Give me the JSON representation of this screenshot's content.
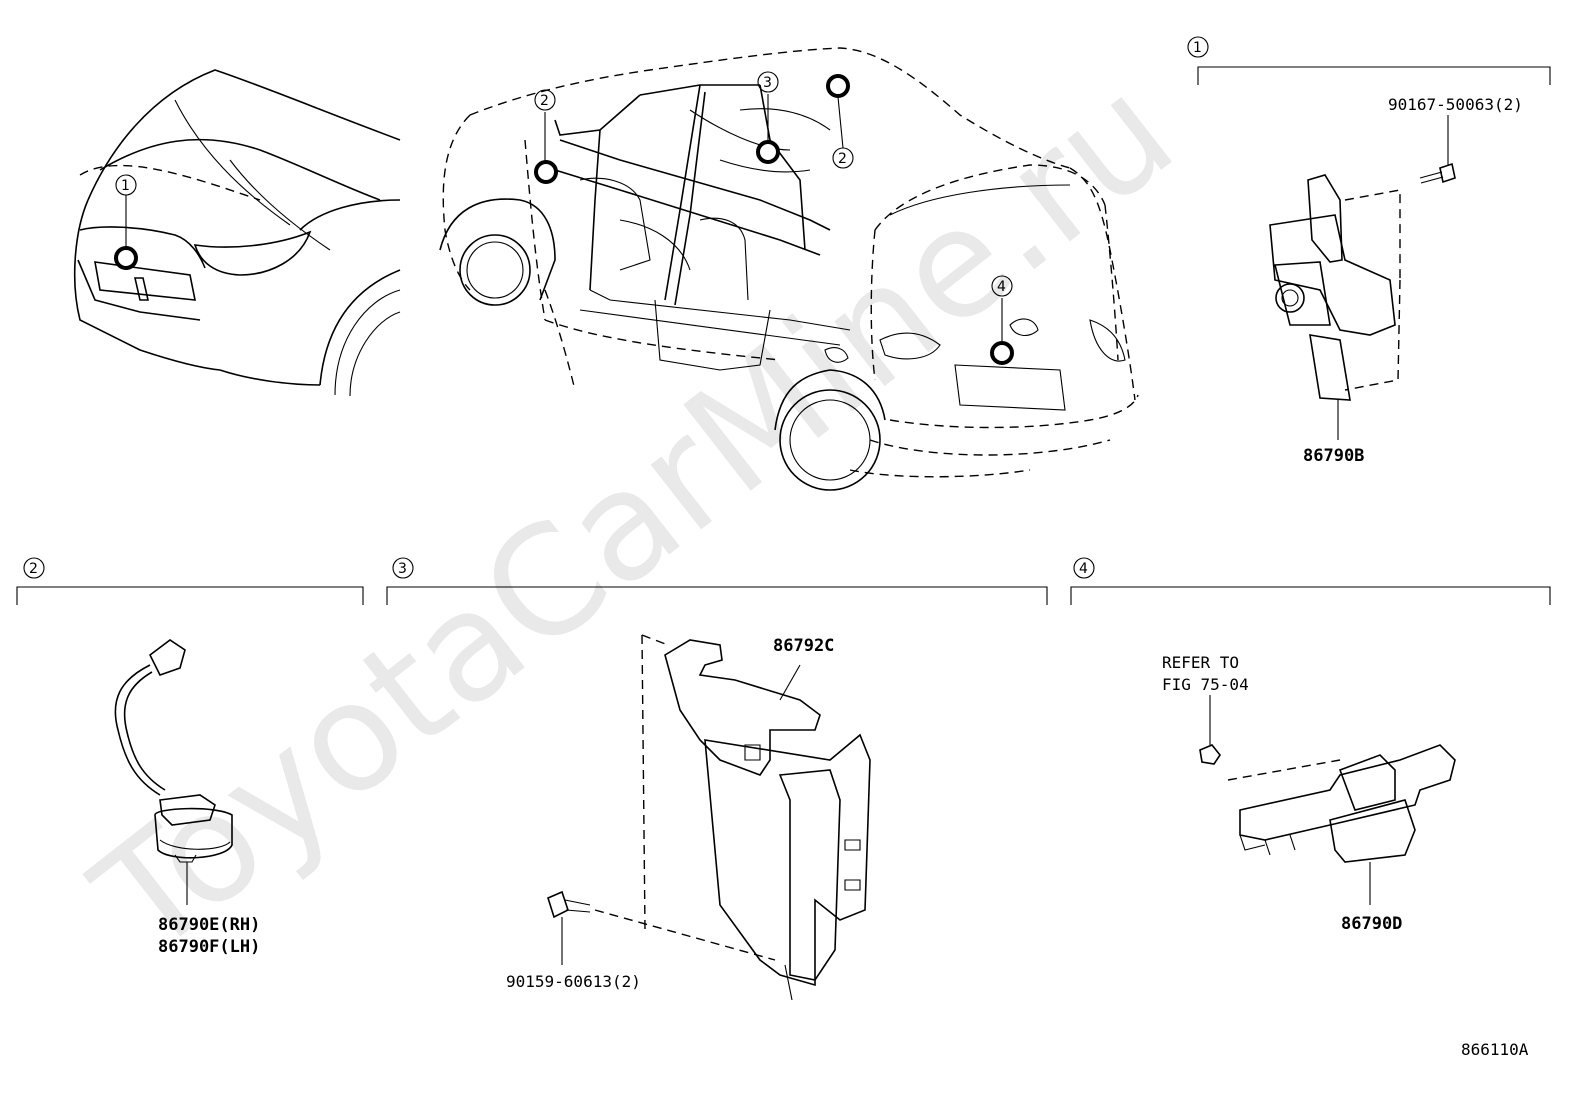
{
  "watermark": "ToyotaCarMine.ru",
  "diagram_code": "866110A",
  "callouts": {
    "c1": "1",
    "c2": "2",
    "c3": "3",
    "c4": "4"
  },
  "section1": {
    "bolt": "90167-50063(2)",
    "part": "86790B"
  },
  "section2": {
    "part_rh": "86790E(RH)",
    "part_lh": "86790F(LH)"
  },
  "section3": {
    "bracket": "86792C",
    "bolt": "90159-60613(2)"
  },
  "section4": {
    "refer_line1": "REFER TO",
    "refer_line2": "FIG 75-04",
    "part": "86790D"
  }
}
